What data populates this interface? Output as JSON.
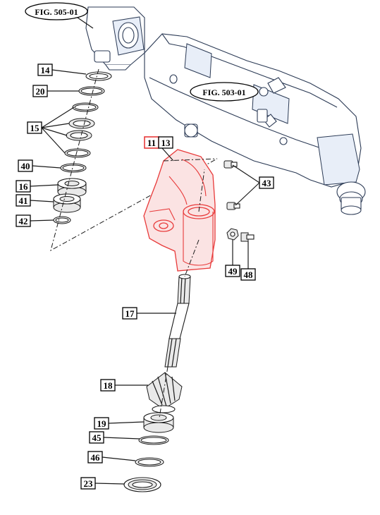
{
  "figure_refs": {
    "top_left": "FIG. 505-01",
    "right": "FIG. 503-01"
  },
  "labels": {
    "p14": "14",
    "p20": "20",
    "p15": "15",
    "p40": "40",
    "p16": "16",
    "p41": "41",
    "p42": "42",
    "p11": "11",
    "p13": "13",
    "p43": "43",
    "p49": "49",
    "p48": "48",
    "p17": "17",
    "p18": "18",
    "p19": "19",
    "p45": "45",
    "p46": "46",
    "p23": "23"
  },
  "colors": {
    "highlight": "#e83a3a",
    "line": "#1a1a1a",
    "housing_outline": "#2b3a55"
  }
}
